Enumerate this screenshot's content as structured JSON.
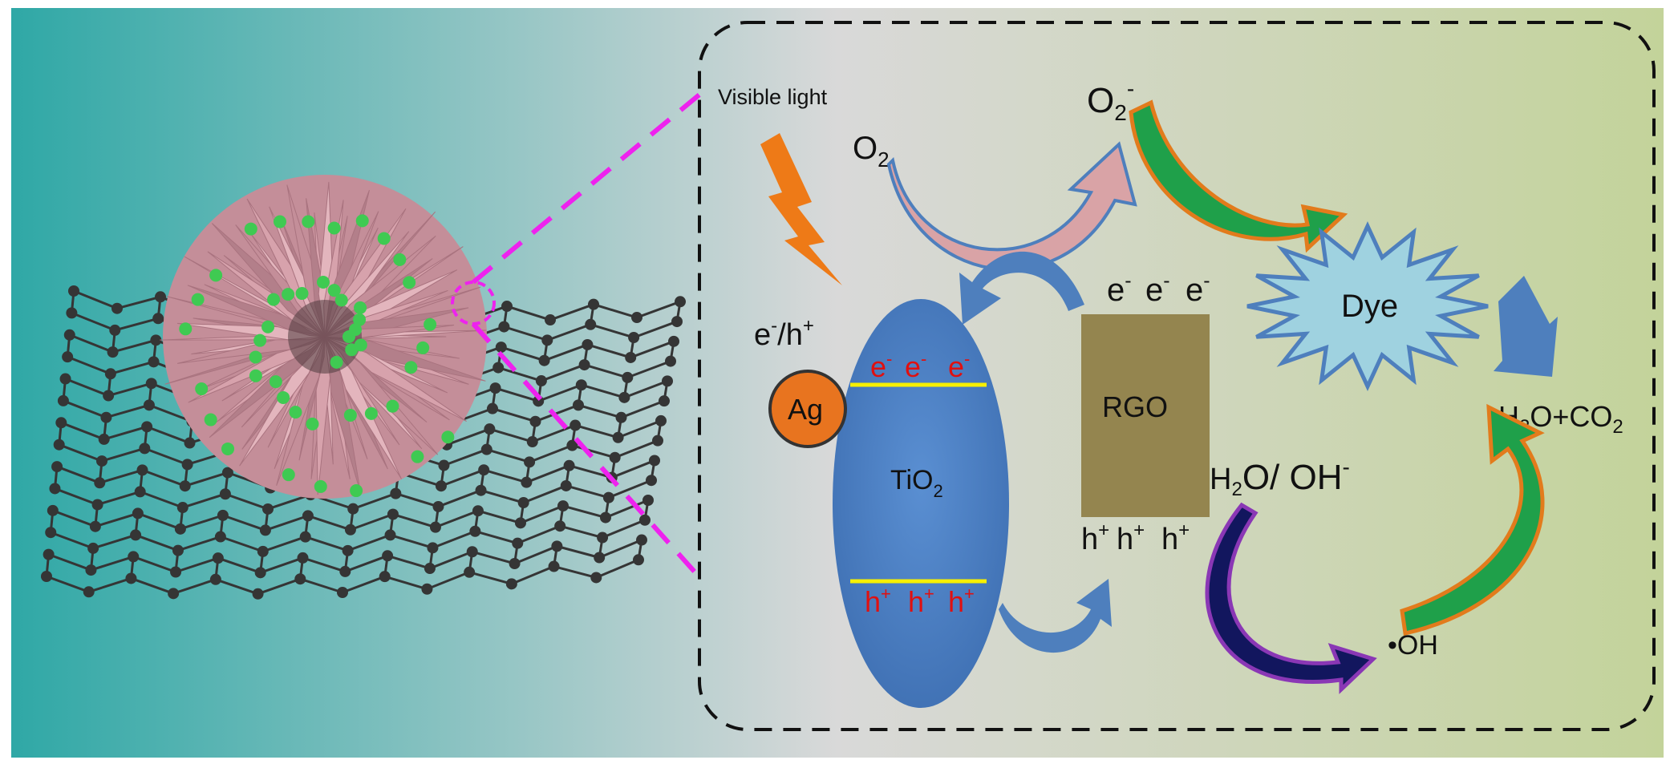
{
  "colors": {
    "bg_left": "#2fa8a6",
    "bg_mid": "#d9d9d9",
    "bg_right": "#c3d39a",
    "magenta": "#ee22ee",
    "bolt": "#ee7a17",
    "ellipse": "#4a7ec4",
    "rgo": "#94854f",
    "ag": "#e8741f",
    "band_line": "#f7f000",
    "dye_fill": "#9fd2e0",
    "red_text": "#e01010",
    "green_arrow": "#1fa04a",
    "orange_stroke": "#e27b1c",
    "pink_arrow": "#d9a3a6",
    "steel_arrow": "#4e7fbd",
    "navy_arrow": "#12165e",
    "purple_stroke": "#8a37b5",
    "graphene_node": "#353535",
    "flower": "#d7a2ac",
    "nanoparticle": "#3fca52"
  },
  "labels": {
    "visible_light": "Visible light",
    "o2": "O",
    "o2_sub": "2",
    "o2_radical": "O",
    "o2_radical_sub": "2",
    "o2_radical_sup": "-",
    "eh": "e",
    "eh_sup1": "-",
    "eh_slash": "/h",
    "eh_sup2": "+",
    "ag": "Ag",
    "tio2": "TiO",
    "tio2_sub": "2",
    "rgo": "RGO",
    "dye": "Dye",
    "rgo_electrons": "e",
    "rgo_holes": "h",
    "electron_sup": "-",
    "hole_sup": "+",
    "tio2_cb_e": "e",
    "tio2_vb_h": "h",
    "h2o_oh_h": "H",
    "h2o_oh_sub": "2",
    "h2o_oh_rest": "O/ OH",
    "h2o_oh_sup": "-",
    "oh_radical": "•OH",
    "products_h": "H",
    "products_sub1": "2",
    "products_mid": "O+CO",
    "products_sub2": "2"
  }
}
